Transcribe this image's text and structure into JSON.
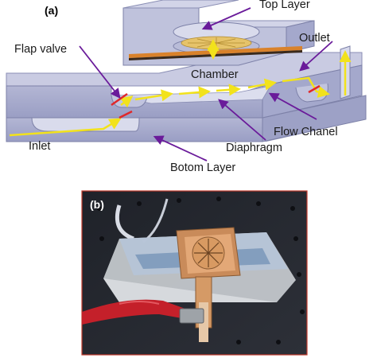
{
  "panel_a": {
    "tag": "(a)",
    "labels": {
      "top_layer": "Top Layer",
      "flap_valve": "Flap valve",
      "outlet": "Outlet",
      "chamber": "Chamber",
      "inlet": "Inlet",
      "flow_chanel": "Flow Chanel",
      "diaphragm": "Diaphragm",
      "botom_layer": "Botom Layer"
    }
  },
  "panel_b": {
    "tag": "(b)"
  },
  "colors": {
    "block_top": "#c9cbe2",
    "block_front": "#a7aacb",
    "block_side": "#8e92b8",
    "flow_arrow": "#f2e21c",
    "leader_line": "#6a1b9a",
    "valve_red": "#e0282a",
    "photo_border": "#c0392b"
  }
}
